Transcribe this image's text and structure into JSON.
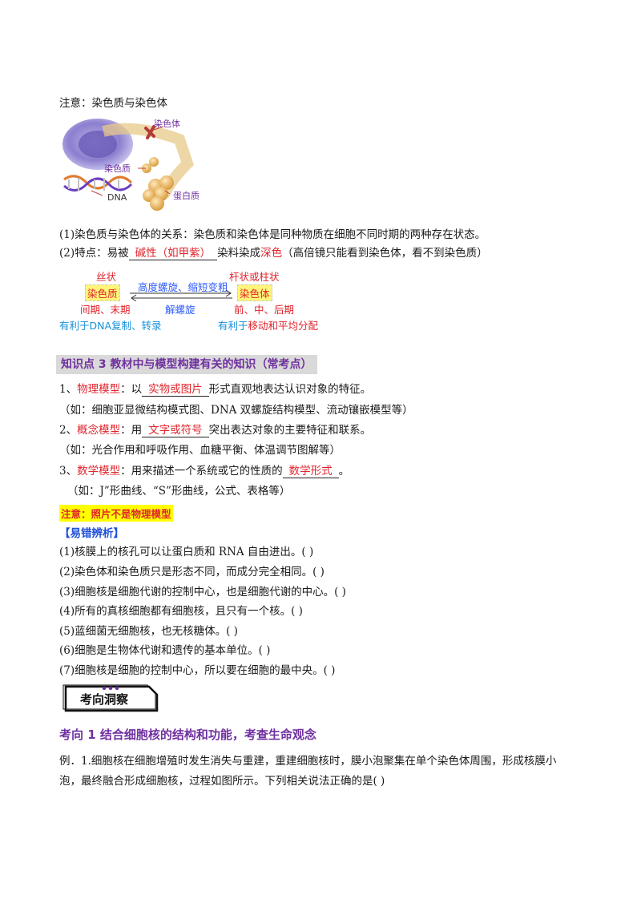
{
  "note": {
    "title": "注意：染色质与染色体",
    "figure": {
      "label_chromosome": "染色体",
      "label_chromatin": "染色质",
      "label_dna": "DNA",
      "label_protein": "蛋白质"
    },
    "line1": "(1)染色质与染色体的关系：染色质和染色体是同种物质在细胞不同时期的两种存在状态。",
    "line2_prefix": "(2)特点：易被",
    "line2_blank": "碱性（如甲紫）",
    "line2_mid": "染料染成",
    "line2_red": "深色",
    "line2_suffix": "（高倍镜只能看到染色体，看不到染色质）"
  },
  "diagram": {
    "left_top": "丝状",
    "left_box": "染色质",
    "left_bottom": "间期、末期",
    "left_note": "有利于DNA复制、转录",
    "arrow_top": "高度螺旋、缩短变粗",
    "arrow_bottom": "解螺旋",
    "right_top": "杆状或柱状",
    "right_box": "染色体",
    "right_bottom": "前、中、后期",
    "right_note_a": "有利于",
    "right_note_b": "移动和平均分配"
  },
  "section3": {
    "title": "知识点 3   教材中与模型构建有关的知识（常考点）",
    "p1_num": "1、",
    "p1_term": "物理模型",
    "p1_a": "：以",
    "p1_blank": "实物或图片",
    "p1_b": "形式直观地表达认识对象的特征。",
    "p1_ex": "（如：细胞亚显微结构模式图、DNA 双螺旋结构模型、流动镶嵌模型等）",
    "p2_num": "2、",
    "p2_term": "概念模型",
    "p2_a": "：用",
    "p2_blank": "文字或符号",
    "p2_b": "突出表达对象的主要特征和联系。",
    "p2_ex": "（如：光合作用和呼吸作用、血糖平衡、体温调节图解等）",
    "p3_num": "3、",
    "p3_term": "数学模型",
    "p3_a": "：用来描述一个系统或它的性质的",
    "p3_blank": "数学形式",
    "p3_b": "。",
    "p3_ex": "（如：J”形曲线、“S”形曲线，公式、表格等）",
    "warn": "注意：照片不是物理模型"
  },
  "errors": {
    "title": "【易错辨析】",
    "items": [
      "(1)核膜上的核孔可以让蛋白质和 RNA 自由进出。(      )",
      "(2)染色体和染色质只是形态不同，而成分完全相同。(      )",
      "(3)细胞核是细胞代谢的控制中心，也是细胞代谢的中心。(      )",
      "(4)所有的真核细胞都有细胞核，且只有一个核。(      )",
      "(5)蓝细菌无细胞核，也无核糖体。(      )",
      "(6)细胞是生物体代谢和遗传的基本单位。(      )",
      "(7)细胞核是细胞的控制中心，所以要在细胞的最中央。(      )"
    ]
  },
  "kaoxiang": {
    "badge": "考向洞察",
    "title": "考向 1  结合细胞核的结构和功能，考查生命观念",
    "example_line1": "例．1.细胞核在细胞增殖时发生消失与重建，重建细胞核时，膜小泡聚集在单个染色体周围，形成核膜小",
    "example_line2": "泡，最终融合形成细胞核，过程如图所示。下列相关说法正确的是(      )"
  },
  "colors": {
    "accent_red": "#e0242c",
    "accent_purple": "#7030a0",
    "highlight_yellow": "#ffff00",
    "note_blue": "#1890d8"
  }
}
